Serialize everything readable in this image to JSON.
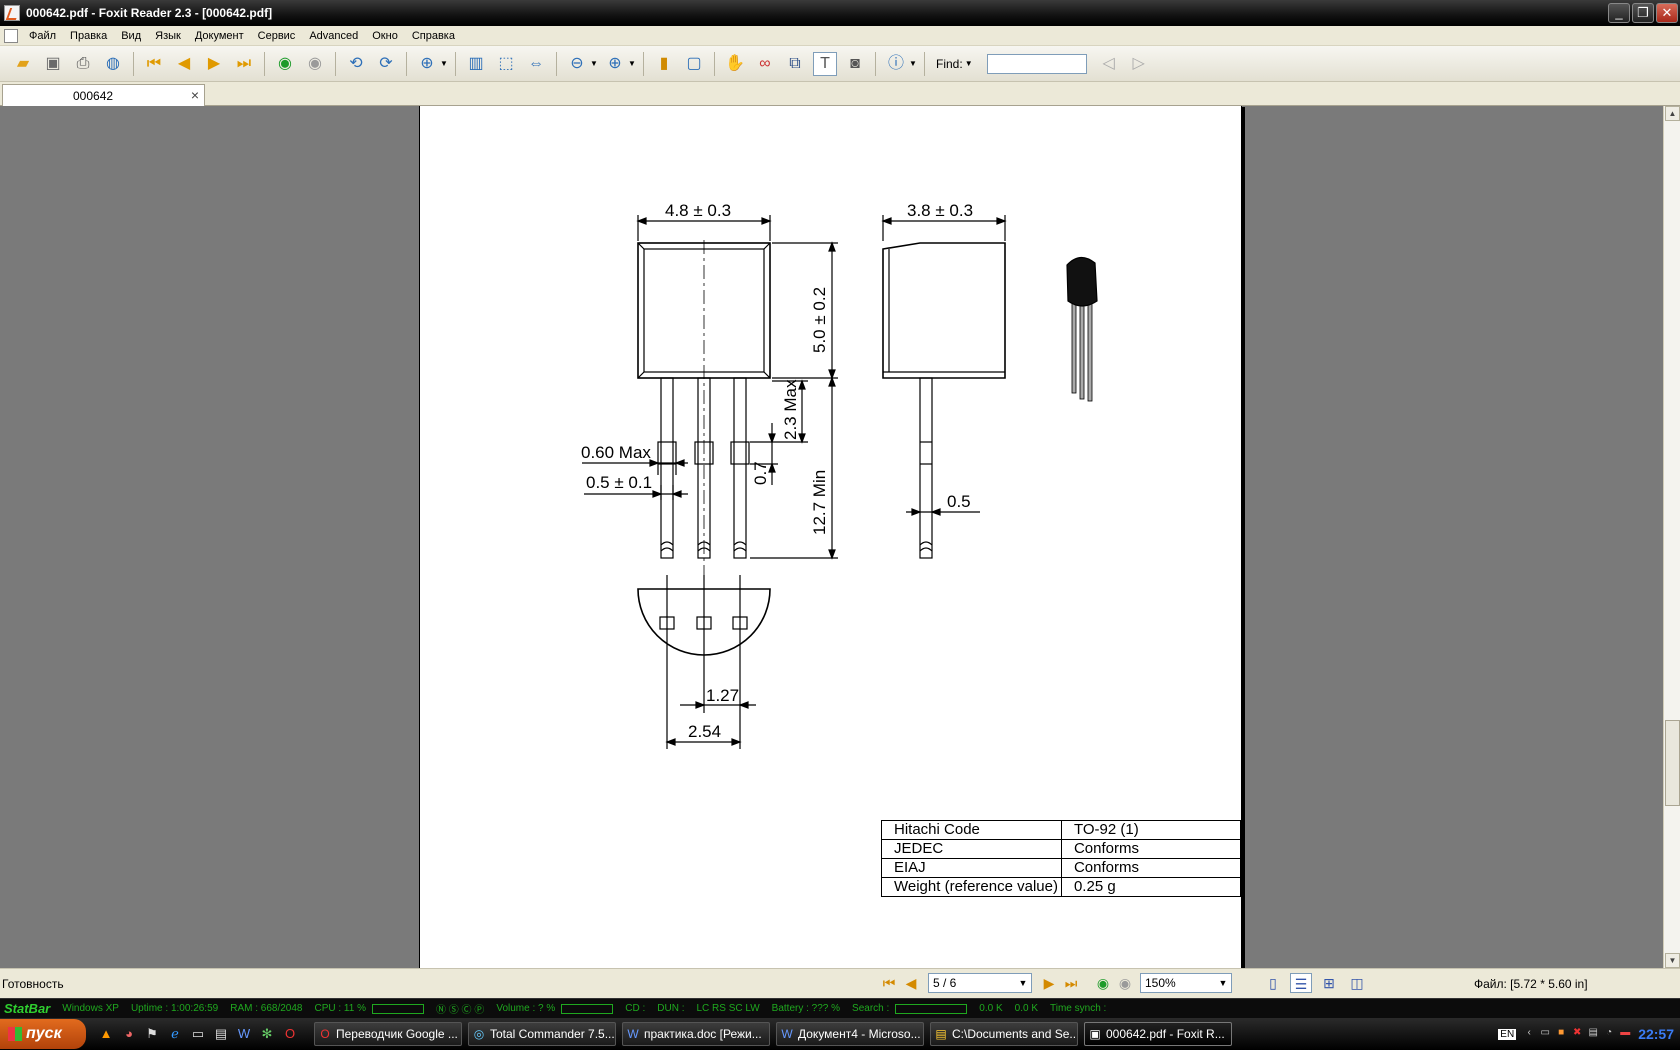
{
  "window": {
    "title": "000642.pdf - Foxit Reader 2.3 - [000642.pdf]",
    "btn_minimize": "_",
    "btn_restore": "❐",
    "btn_close": "✕"
  },
  "menu": [
    "Файл",
    "Правка",
    "Вид",
    "Язык",
    "Документ",
    "Сервис",
    "Advanced",
    "Окно",
    "Справка"
  ],
  "toolbar": {
    "find_label": "Find:",
    "find_value": ""
  },
  "tab": {
    "label": "000642",
    "close": "×"
  },
  "drawing": {
    "dim_width_front": "4.8 ± 0.3",
    "dim_width_side": "3.8 ± 0.3",
    "dim_body_height": "5.0 ± 0.2",
    "dim_lead_length": "12.7 Min",
    "dim_max_23": "2.3 Max",
    "dim_07": "0.7",
    "dim_060": "0.60 Max",
    "dim_05_01": "0.5 ± 0.1",
    "dim_05": "0.5",
    "dim_127": "1.27",
    "dim_254": "2.54"
  },
  "code_table": [
    [
      "Hitachi Code",
      "TO-92 (1)"
    ],
    [
      "JEDEC",
      "Conforms"
    ],
    [
      "EIAJ",
      "Conforms"
    ],
    [
      "Weight (reference value)",
      "0.25 g"
    ]
  ],
  "status": {
    "ready": "Готовность",
    "page_value": "5 / 6",
    "zoom_value": "150%",
    "file_info": "Файл: [5.72 * 5.60 in]"
  },
  "statbar": {
    "logo": "StatBar",
    "os": "Windows XP",
    "uptime": "Uptime : 1:00:26:59",
    "ram": "RAM : 668/2048",
    "cpu": "CPU : 11 %",
    "volume": "Volume : ? %",
    "cd": "CD :",
    "dun": "DUN :",
    "battery": "Battery : ??? %",
    "search": "Search :",
    "net_down": "0.0 K",
    "net_up": "0.0 K",
    "time_synch": "Time synch :"
  },
  "taskbar": {
    "start": "пуск",
    "tasks": [
      {
        "icon": "O",
        "label": "Переводчик Google ..."
      },
      {
        "icon": "◎",
        "label": "Total Commander 7.5..."
      },
      {
        "icon": "W",
        "label": "практика.doc [Режи..."
      },
      {
        "icon": "W",
        "label": "Документ4 - Microso..."
      },
      {
        "icon": "▤",
        "label": "C:\\Documents and Se..."
      },
      {
        "icon": "▣",
        "label": "000642.pdf - Foxit R..."
      }
    ],
    "lang": "EN",
    "clock": "22:57"
  }
}
